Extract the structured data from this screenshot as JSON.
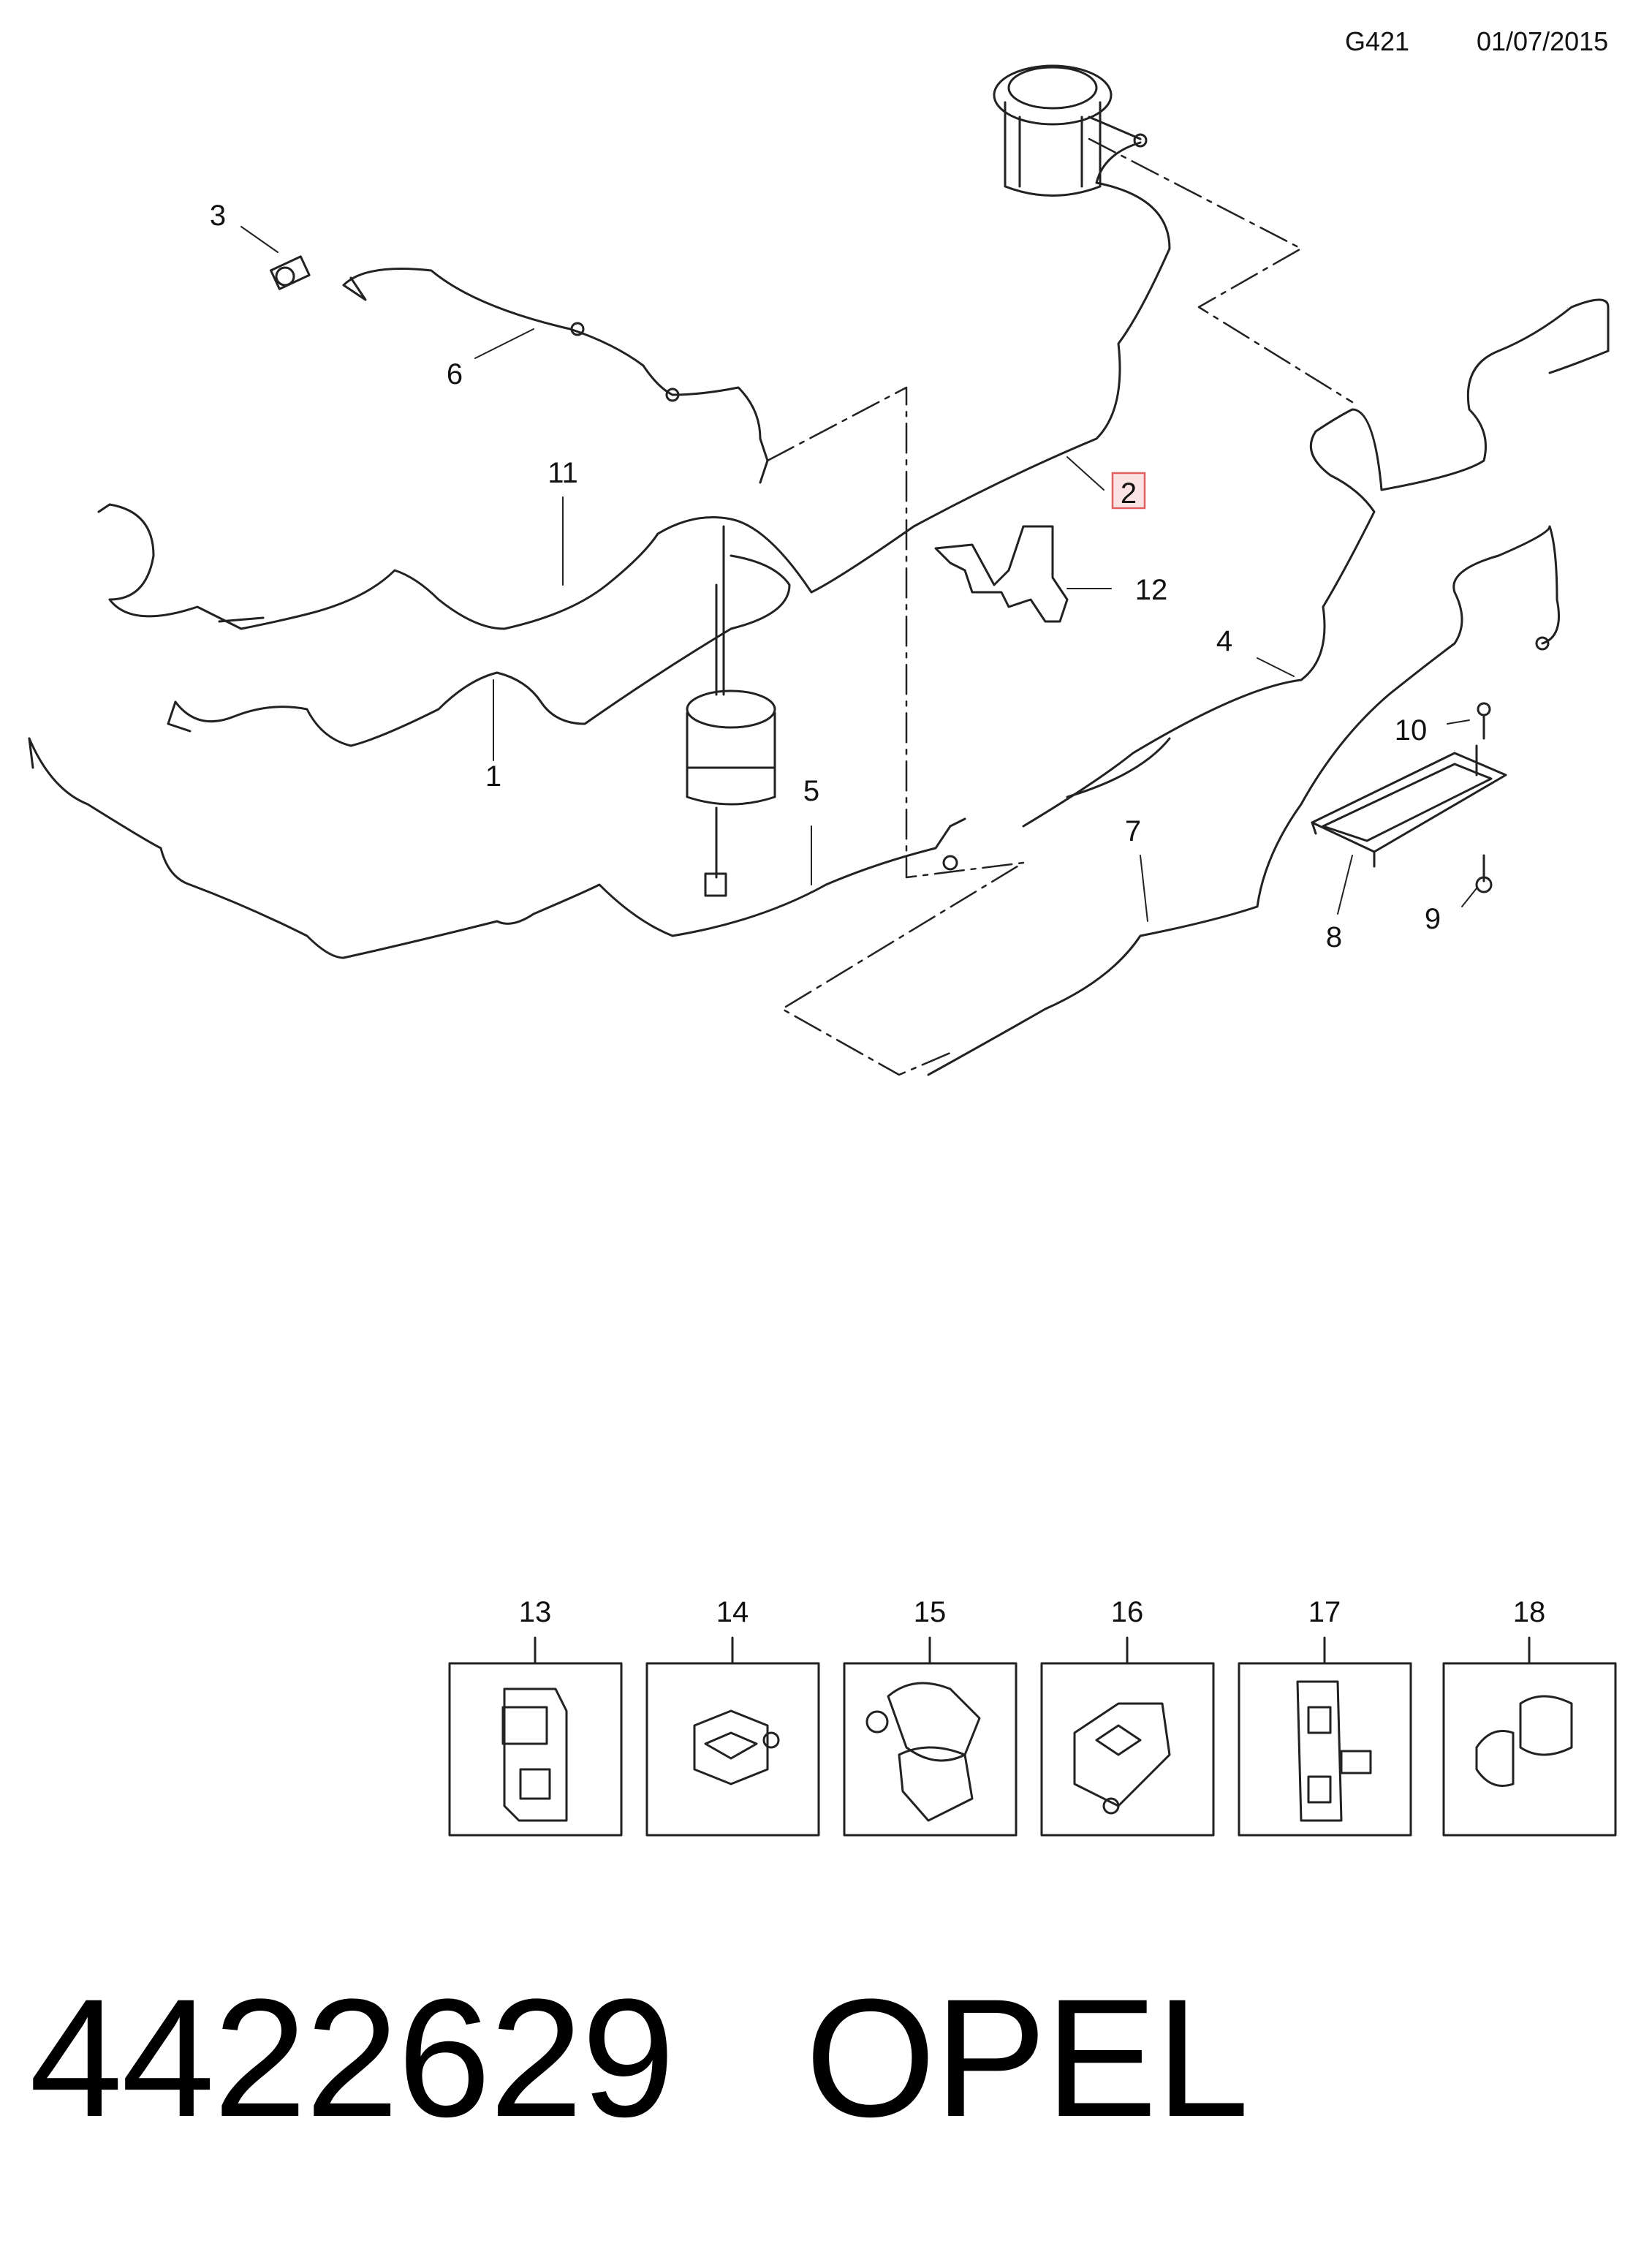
{
  "header": {
    "code": "G421",
    "date": "01/07/2015"
  },
  "callouts": [
    {
      "number": "1"
    },
    {
      "number": "2",
      "highlighted": true
    },
    {
      "number": "3"
    },
    {
      "number": "4"
    },
    {
      "number": "5"
    },
    {
      "number": "6"
    },
    {
      "number": "7"
    },
    {
      "number": "8"
    },
    {
      "number": "9"
    },
    {
      "number": "10"
    },
    {
      "number": "11"
    },
    {
      "number": "12"
    }
  ],
  "detail_boxes": [
    {
      "number": "13"
    },
    {
      "number": "14"
    },
    {
      "number": "15"
    },
    {
      "number": "16"
    },
    {
      "number": "17"
    },
    {
      "number": "18"
    }
  ],
  "footer": {
    "part_number": "4422629",
    "brand": "OPEL"
  },
  "colors": {
    "line": "#222222",
    "highlight_border": "#e06060",
    "highlight_fill": "#fbe3e3"
  }
}
